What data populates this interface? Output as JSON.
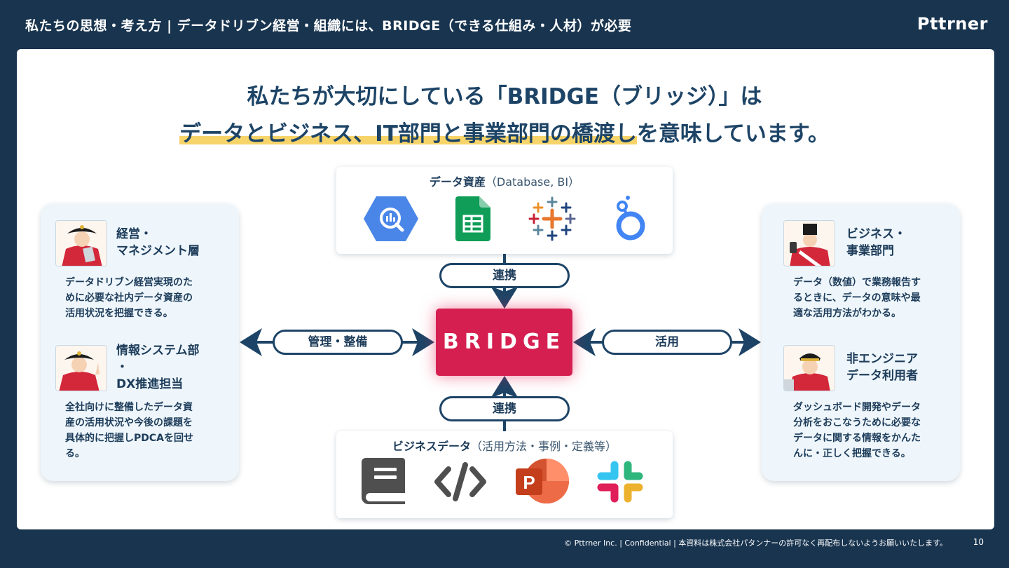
{
  "header": {
    "title": "私たちの思想・考え方 | データドリブン経営・組織には、BRIDGE（できる仕組み・人材）が必要",
    "logo": "Pttrner"
  },
  "headline": {
    "line1": "私たちが大切にしている「BRIDGE（ブリッジ）」は",
    "line2_highlight": "データとビジネス、IT部門と事業部門の橋渡し",
    "line2_rest": "を意味しています。"
  },
  "data_assets": {
    "label": "データ資産",
    "sub": "（Database, BI）",
    "icons": [
      "bigquery-icon",
      "google-sheets-icon",
      "tableau-icon",
      "looker-icon"
    ]
  },
  "business_data": {
    "label": "ビジネスデータ",
    "sub": "（活用方法・事例・定義等）",
    "icons": [
      "book-icon",
      "code-icon",
      "powerpoint-icon",
      "slack-icon"
    ]
  },
  "center": {
    "label": "BRIDGE"
  },
  "connectors": {
    "top": "連携",
    "bottom": "連携",
    "left": "管理・整備",
    "right": "活用"
  },
  "left_panel": {
    "roles": [
      {
        "title": "経営・\nマネジメント層",
        "desc": "データドリブン経営実現のた\nめに必要な社内データ資産の\n活用状況を把握できる。"
      },
      {
        "title": "情報システム部\n・\nDX推進担当",
        "desc": "全社向けに整備したデータ資\n産の活用状況や今後の課題を\n具体的に把握しPDCAを回せ\nる。"
      }
    ]
  },
  "right_panel": {
    "roles": [
      {
        "title": "ビジネス・\n事業部門",
        "desc": "データ（数値）で業務報告す\nるときに、データの意味や最\n適な活用方法がわかる。"
      },
      {
        "title": "非エンジニア\nデータ利用者",
        "desc": "ダッシュボード開発やデータ\n分析をおこなうために必要な\nデータに関する情報をかんた\nんに・正しく把握できる。"
      }
    ]
  },
  "footer": {
    "text": "© Pttrner Inc. | Confidential | 本資料は株式会社パタンナーの許可なく再配布しないようお願いいたします。",
    "page": "10"
  },
  "colors": {
    "navy": "#18344f",
    "bridge_red": "#d51f51",
    "highlight_yellow": "#f7d46a",
    "panel_bg": "#eef6fb"
  }
}
